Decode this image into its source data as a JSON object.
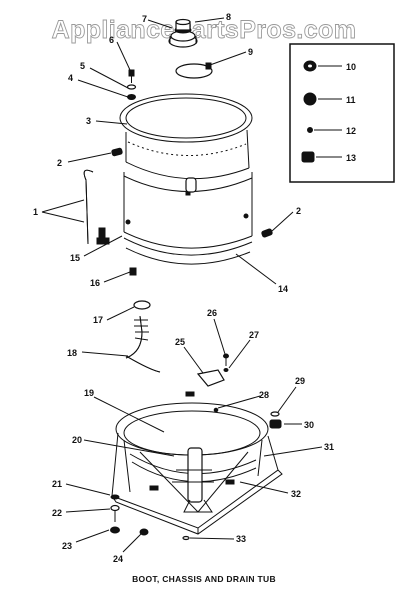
{
  "watermark": "AppliancePartsPros.com",
  "caption": "BOOT, CHASSIS AND DRAIN TUB",
  "callouts": [
    "1",
    "2",
    "3",
    "4",
    "5",
    "6",
    "7",
    "8",
    "9",
    "10",
    "11",
    "12",
    "13",
    "14",
    "15",
    "16",
    "17",
    "18",
    "19",
    "20",
    "21",
    "22",
    "23",
    "24",
    "25",
    "26",
    "27",
    "28",
    "29",
    "30",
    "31",
    "32",
    "33"
  ],
  "extra_callouts": {
    "c1b": "1",
    "c2b": "2"
  }
}
